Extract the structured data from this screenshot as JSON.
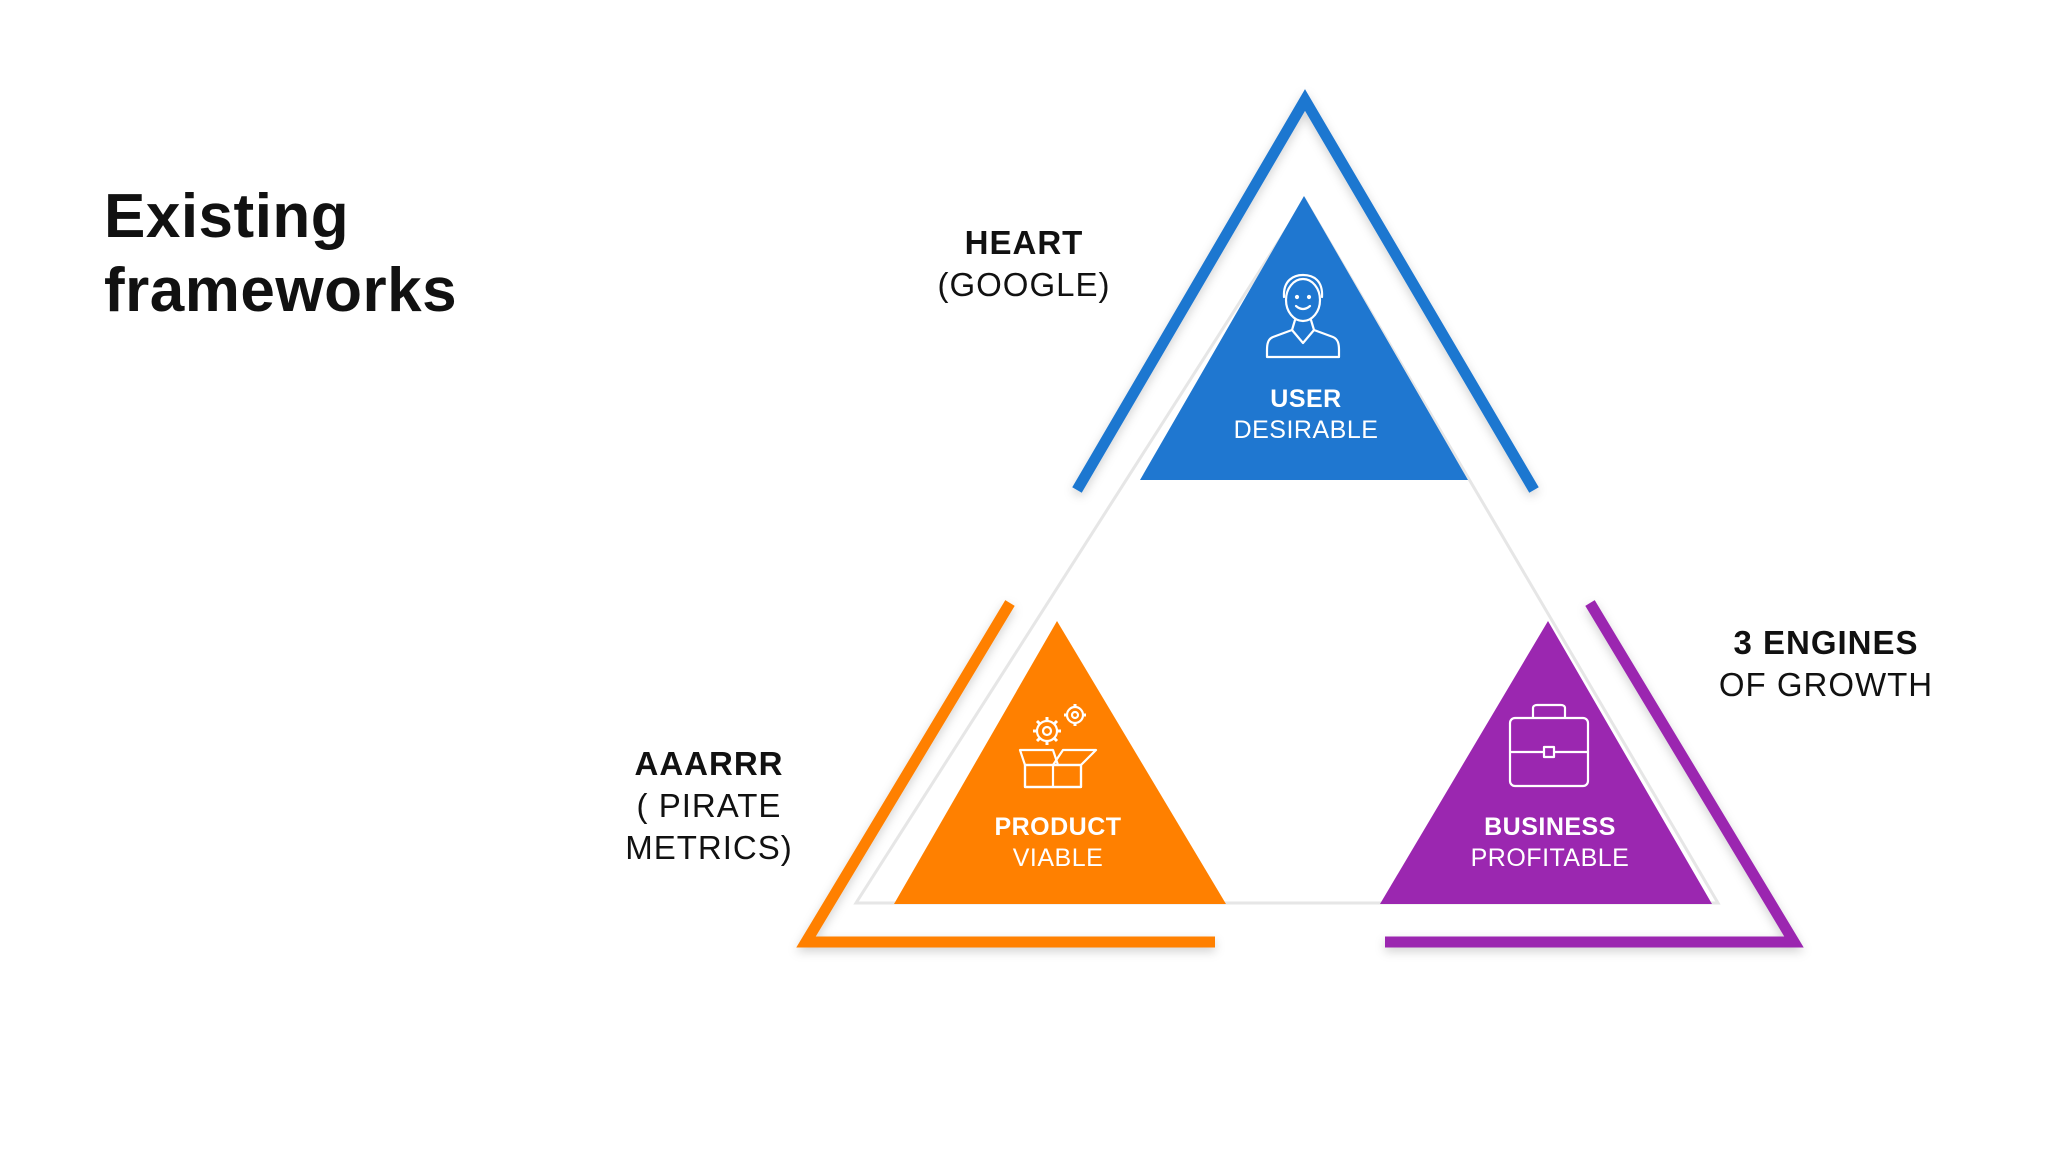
{
  "title": {
    "line1": "Existing",
    "line2": "frameworks"
  },
  "frameworks": [
    {
      "name": "HEART",
      "detail": "(GOOGLE)"
    },
    {
      "name": "AAARRR",
      "detail_line1": "( PIRATE",
      "detail_line2": "METRICS)"
    },
    {
      "name": "3 ENGINES",
      "detail": "OF GROWTH"
    }
  ],
  "pillars": [
    {
      "name": "USER",
      "quality": "DESIRABLE",
      "icon": "person-icon",
      "color": "#1f77d0"
    },
    {
      "name": "PRODUCT",
      "quality": "VIABLE",
      "icon": "box-gears-icon",
      "color": "#ff8000"
    },
    {
      "name": "BUSINESS",
      "quality": "PROFITABLE",
      "icon": "briefcase-icon",
      "color": "#9b27b0"
    }
  ]
}
